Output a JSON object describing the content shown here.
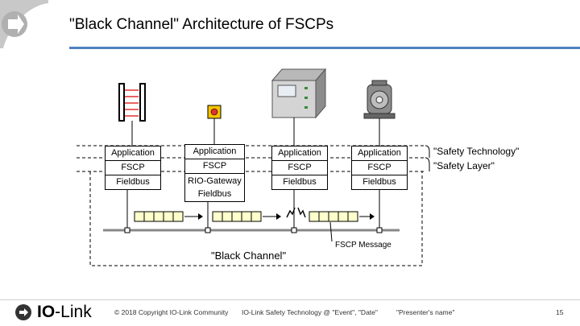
{
  "slide": {
    "title": "\"Black Channel\" Architecture of FSCPs"
  },
  "devices": [
    {
      "name": "light-curtain",
      "rows": [
        "Application",
        "FSCP",
        "Fieldbus"
      ]
    },
    {
      "name": "emergency-stop",
      "rows": [
        "Application",
        "FSCP",
        "RIO-Gateway\nFieldbus"
      ]
    },
    {
      "name": "controller",
      "rows": [
        "Application",
        "FSCP",
        "Fieldbus"
      ]
    },
    {
      "name": "motor",
      "rows": [
        "Application",
        "FSCP",
        "Fieldbus"
      ]
    }
  ],
  "labels": {
    "safety_technology": "\"Safety Technology\"",
    "safety_layer": "\"Safety Layer\"",
    "black_channel": "\"Black Channel\"",
    "fscp_message": "FSCP Message"
  },
  "footer": {
    "logo_io": "IO",
    "logo_link": "-Link",
    "copyright": "© 2018 Copyright IO-Link Community",
    "event": "IO-Link Safety Technology @ \"Event\", \"Date\"",
    "presenter": "\"Presenter's name\"",
    "page": "15"
  },
  "colors": {
    "accent": "#4f81bd",
    "message_fill": "#ffffcc",
    "signal_red": "#e03030",
    "button_yellow": "#f5c400"
  },
  "icons": [
    "light-curtain-icon",
    "emergency-stop-icon",
    "controller-icon",
    "motor-icon",
    "io-link-logo-icon"
  ]
}
